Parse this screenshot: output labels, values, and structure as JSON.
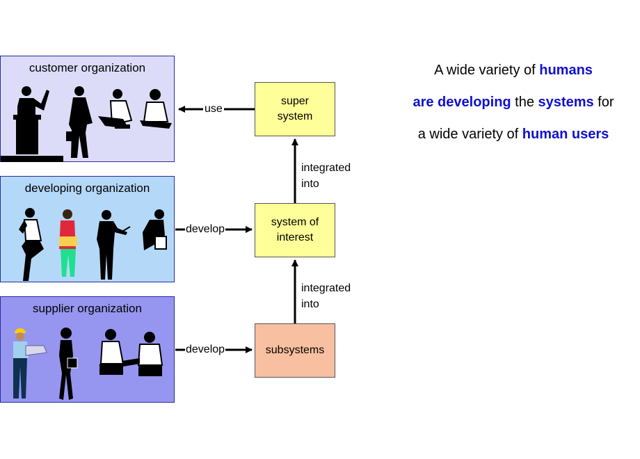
{
  "organizations": {
    "customer": {
      "title": "customer organization"
    },
    "developing": {
      "title": "developing organization"
    },
    "supplier": {
      "title": "supplier organization"
    }
  },
  "systems": {
    "super_line1": "super",
    "super_line2": "system",
    "soi_line1": "system of",
    "soi_line2": "interest",
    "sub": "subsystems"
  },
  "edges": {
    "use": "use",
    "develop_soi": "develop",
    "develop_sub": "develop",
    "integrated_upper_1": "integrated",
    "integrated_upper_2": "into",
    "integrated_lower_1": "integrated",
    "integrated_lower_2": "into"
  },
  "statement": {
    "line1_a": "A wide variety of ",
    "line1_b": "humans",
    "line2_a": "are developing",
    "line2_b": " the ",
    "line2_c": "systems",
    "line2_d": " for",
    "line3_a": "a wide variety of ",
    "line3_b": "human users"
  },
  "colors": {
    "customer_bg": "#dcdcf8",
    "developing_bg": "#b4d8f8",
    "supplier_bg": "#9696f0",
    "system_bg": "#ffff99",
    "subsystem_bg": "#f8c0a0",
    "highlight": "#1010d0"
  },
  "icons": {
    "customer": [
      "speaker-at-podium-icon",
      "businessman-with-briefcase-icon",
      "man-at-desk-icon",
      "woman-writing-icon"
    ],
    "developing": [
      "man-on-phone-icon",
      "man-holding-folder-icon",
      "man-pointing-icon",
      "man-at-workbench-icon"
    ],
    "supplier": [
      "worker-with-hardhat-icon",
      "woman-with-folder-icon",
      "handshake-icon"
    ]
  }
}
